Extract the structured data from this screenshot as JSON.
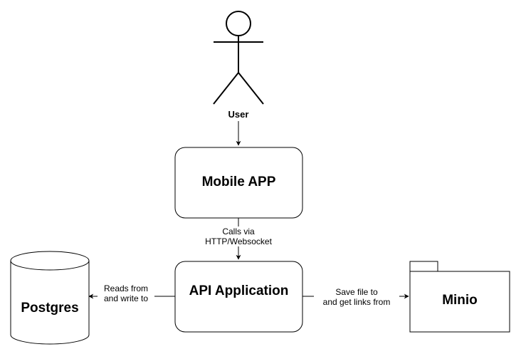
{
  "actor": {
    "label": "User"
  },
  "nodes": {
    "mobile_app": {
      "label": "Mobile APP"
    },
    "api_app": {
      "label": "API Application"
    },
    "postgres": {
      "label": "Postgres"
    },
    "minio": {
      "label": "Minio"
    }
  },
  "edges": {
    "mobile_to_api": {
      "line1": "Calls via",
      "line2": "HTTP/Websocket"
    },
    "api_to_postgres": {
      "line1": "Reads from",
      "line2": "and write to"
    },
    "api_to_minio": {
      "line1": "Save file to",
      "line2": "and get links from"
    }
  }
}
